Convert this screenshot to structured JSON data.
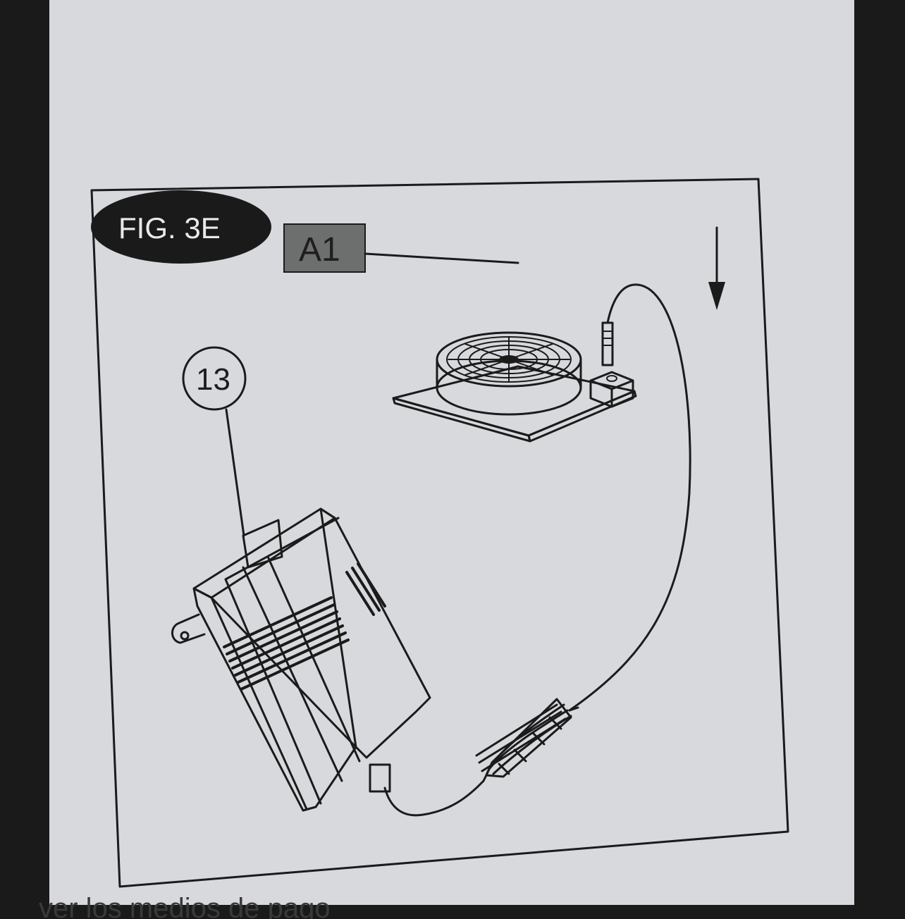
{
  "figure": {
    "label": "FIG. 3E",
    "part_code": "A1",
    "callout_number": "13"
  },
  "page_footer": {
    "text": "ver los medios de pago"
  },
  "diagram": {
    "items": [
      "fan-unit",
      "power-adapter",
      "cable",
      "cable-coil",
      "direction-arrow"
    ]
  }
}
